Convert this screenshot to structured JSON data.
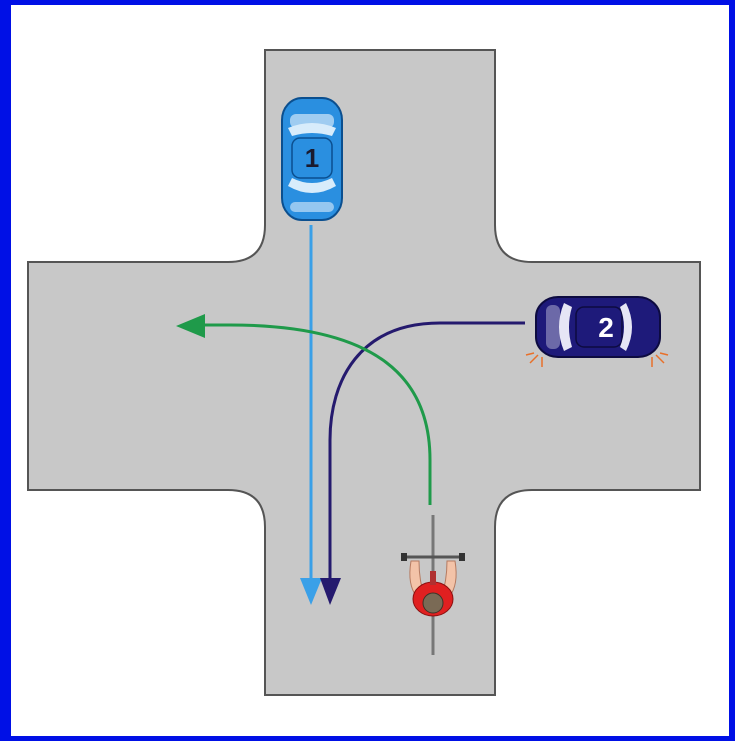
{
  "frame_color": "#0010e6",
  "road_color": "#c8c8c8",
  "road_edge_color": "#555555",
  "vehicles": [
    {
      "id": "car-1",
      "label": "1",
      "body_color": "#2a8fe0",
      "heading": "south",
      "path_color": "#3aa0e8",
      "maneuver": "straight"
    },
    {
      "id": "car-2",
      "label": "2",
      "body_color": "#1e1a7a",
      "heading": "west",
      "path_color": "#251a6e",
      "maneuver": "left-turn",
      "turn_signal": "left"
    },
    {
      "id": "cyclist",
      "label": "",
      "shirt_color": "#e02020",
      "heading": "north",
      "path_color": "#1f9a4a",
      "maneuver": "left-turn"
    }
  ]
}
